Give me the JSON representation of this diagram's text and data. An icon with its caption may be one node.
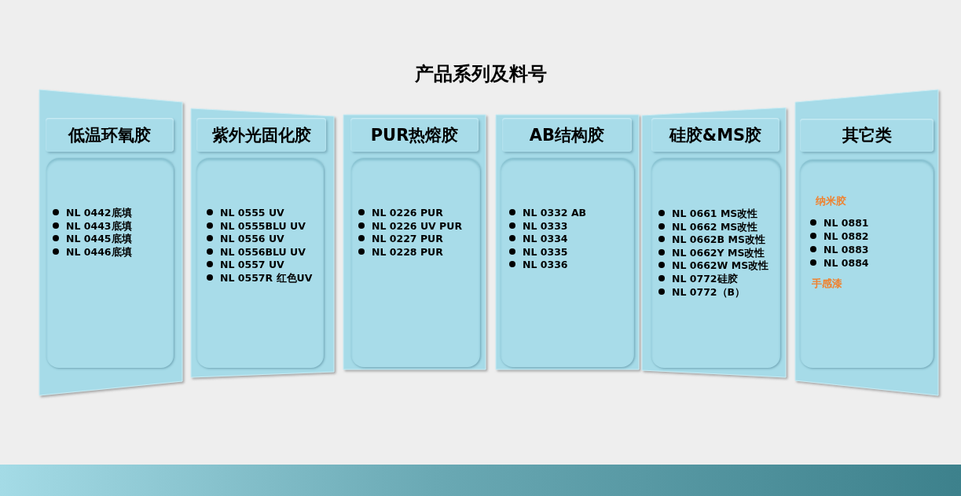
{
  "diagram": {
    "title": "产品系列及料号",
    "nodes": [
      {
        "text": [],
        "shape": "box"
      },
      {
        "text": [
          "低温环氧胶"
        ],
        "in": 0
      },
      {
        "text": [
          "NL 0442底填",
          "NL 0443底填",
          "NL 0445底填",
          "NL 0446底填"
        ],
        "in": 0
      },
      {
        "text": [],
        "shape": "box"
      },
      {
        "text": [
          "紫外光固化胶"
        ],
        "in": 3
      },
      {
        "text": [
          "NL 0555 UV",
          "NL 0555BLU UV",
          "NL 0556 UV",
          "NL 0556BLU UV",
          "NL 0557 UV",
          "NL 0557R 红色UV"
        ],
        "in": 3
      },
      {
        "text": [],
        "shape": "box"
      },
      {
        "text": [
          "PUR热熔胶"
        ],
        "in": 6
      },
      {
        "text": [
          "NL 0226 PUR",
          "NL 0226 UV PUR",
          "NL 0227 PUR",
          "NL 0228 PUR"
        ],
        "in": 6
      },
      {
        "text": [],
        "shape": "box"
      },
      {
        "text": [
          "AB结构胶"
        ],
        "in": 9
      },
      {
        "text": [
          "NL 0332 AB",
          "NL 0333",
          "NL 0334",
          "NL 0335",
          "NL 0336"
        ],
        "in": 9
      },
      {
        "text": [],
        "shape": "box"
      },
      {
        "text": [
          "硅胶&MS胶"
        ],
        "in": 12
      },
      {
        "text": [
          "NL 0661 MS改性",
          "NL 0662 MS改性",
          "NL 0662B MS改性",
          "NL 0662Y MS改性",
          "NL 0662W MS改性",
          "NL 0772硅胶",
          "NL 0772（B）"
        ],
        "in": 12
      },
      {
        "text": [],
        "shape": "box"
      },
      {
        "text": [
          "其它类"
        ],
        "in": 15
      },
      {
        "text": [
          "纳米胶",
          "NL 0881",
          "NL 0882",
          "NL 0883",
          "NL 0884",
          "手感漆"
        ],
        "in": 15
      }
    ]
  }
}
